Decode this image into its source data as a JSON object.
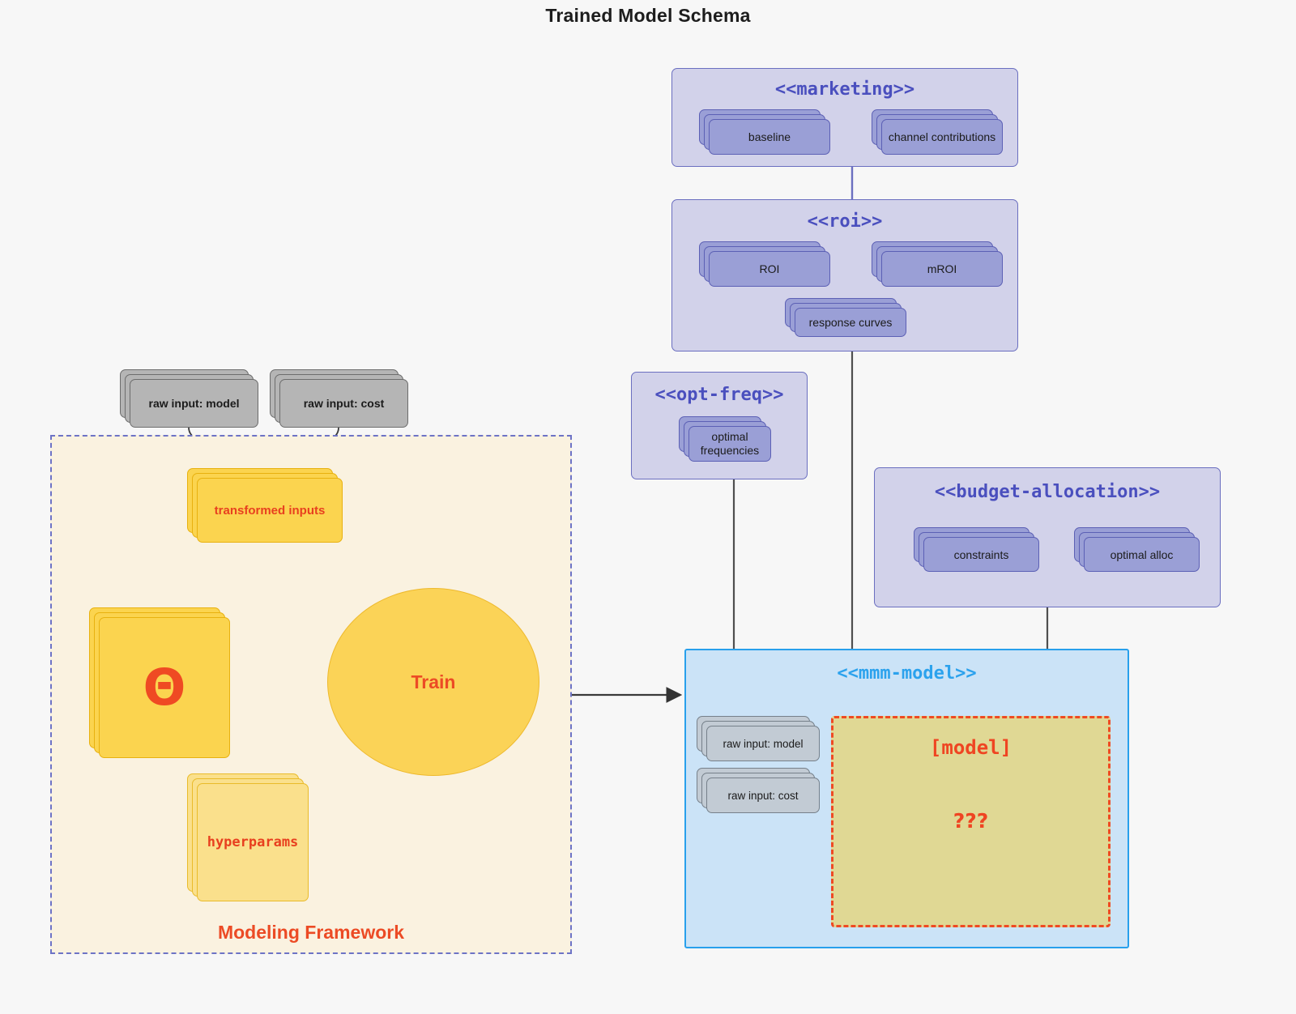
{
  "title": "Trained Model Schema",
  "packages": [
    {
      "id": "marketing",
      "stereotype": "<<marketing>>",
      "nodes": [
        {
          "label": "baseline"
        },
        {
          "label": "channel contributions"
        }
      ],
      "link": "bidirectional"
    },
    {
      "id": "roi",
      "stereotype": "<<roi>>",
      "nodes": [
        {
          "label": "ROI"
        },
        {
          "label": "mROI"
        },
        {
          "label": "response curves"
        }
      ],
      "link": "bidirectional"
    },
    {
      "id": "opt-freq",
      "stereotype": "<<opt-freq>>",
      "nodes": [
        {
          "label": "optimal\nfrequencies",
          "line1": "optimal",
          "line2": "frequencies"
        }
      ],
      "link": "none"
    },
    {
      "id": "budget-allocation",
      "stereotype": "<<budget-allocation>>",
      "nodes": [
        {
          "label": "constraints"
        },
        {
          "label": "optimal alloc"
        }
      ],
      "link": "bidirectional"
    }
  ],
  "framework": {
    "label": "Modeling Framework",
    "raw_inputs": [
      {
        "label": "raw input: model"
      },
      {
        "label": "raw input: cost"
      }
    ],
    "transformed_inputs": "transformed inputs",
    "theta_symbol": "Θ",
    "hyperparams": "hyperparams",
    "train": "Train"
  },
  "mmm_model": {
    "stereotype": "<<mmm-model>>",
    "raw_inputs": [
      {
        "label": "raw input: model"
      },
      {
        "label": "raw input: cost"
      }
    ],
    "model_box": {
      "title": "[model]",
      "unknown": "???"
    }
  },
  "colors": {
    "canvas": "#f7f7f7",
    "package_fill": "#d2d2ea",
    "package_border": "#6b6fc0",
    "package_title": "#4a4fbe",
    "node_purple_fill": "#9a9fd6",
    "node_purple_border": "#5c60b5",
    "node_grey_fill": "#b5b5b5",
    "node_grey_border": "#6d6d6d",
    "node_grey_light_fill": "#c2cbd4",
    "framework_fill": "#faf2e0",
    "framework_border": "#6d73c6",
    "accent_red": "#ec4b25",
    "yellow_fill": "#fbd44f",
    "yellow_pale_fill": "#fae08c",
    "mmm_fill": "#cbe3f7",
    "mmm_border": "#28a0ec",
    "mmm_title": "#2ca2ed",
    "model_box_fill": "#e0d894",
    "model_box_border": "#ef4a23",
    "connector": "#4f4f4f"
  }
}
